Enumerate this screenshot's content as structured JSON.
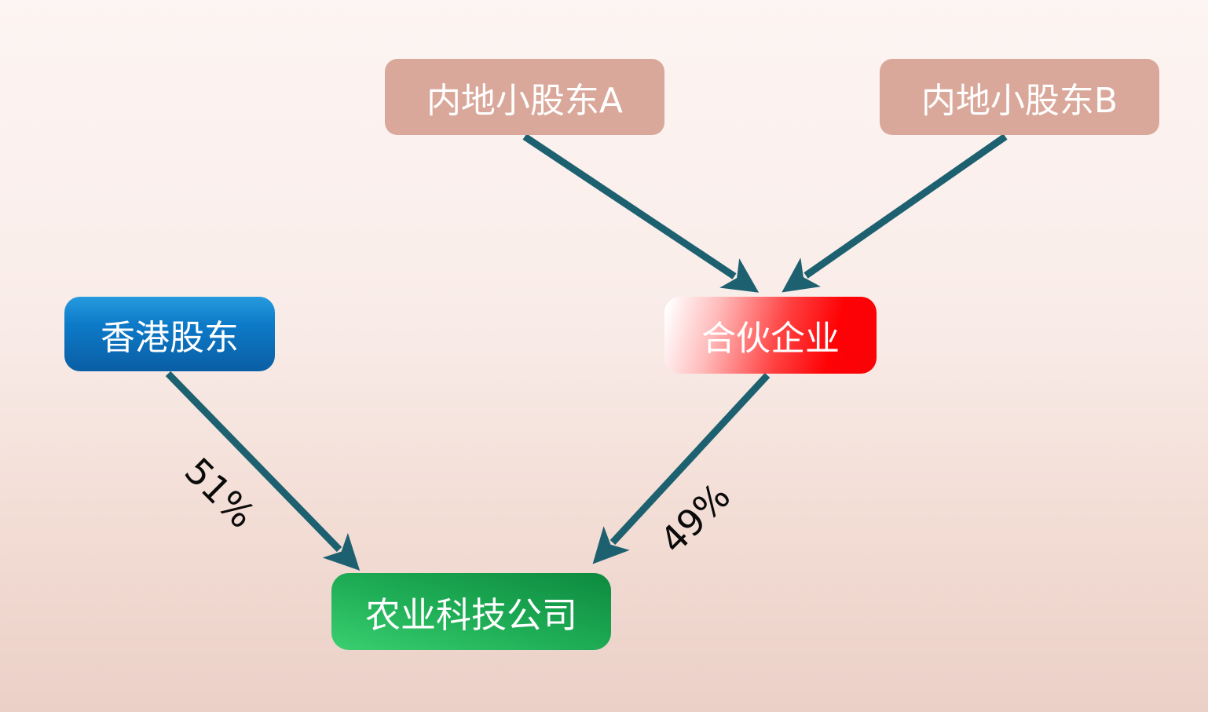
{
  "diagram": {
    "background_top_color": "#fdf5f3",
    "background_bottom_color": "#ebd0c7",
    "arrow_color": "#1d6170",
    "edge_label_color": "#0a0a0a",
    "nodes": [
      {
        "id": "mainland-minor-shareholder-a",
        "label": "内地小股东A",
        "fill": "#d9a89a",
        "text_color": "#ffffff"
      },
      {
        "id": "mainland-minor-shareholder-b",
        "label": "内地小股东B",
        "fill": "#d9a89a",
        "text_color": "#ffffff"
      },
      {
        "id": "hongkong-shareholder",
        "label": "香港股东",
        "fill": "#0d7ac8",
        "text_color": "#ffffff"
      },
      {
        "id": "partnership-enterprise",
        "label": "合伙企业",
        "fill": "#fe0205",
        "text_color": "#ffffff"
      },
      {
        "id": "agritech-company",
        "label": "农业科技公司",
        "fill": "#14a04a",
        "text_color": "#ffffff"
      }
    ],
    "edges": [
      {
        "from": "mainland-minor-shareholder-a",
        "to": "partnership-enterprise",
        "label": ""
      },
      {
        "from": "mainland-minor-shareholder-b",
        "to": "partnership-enterprise",
        "label": ""
      },
      {
        "from": "hongkong-shareholder",
        "to": "agritech-company",
        "label": "51%"
      },
      {
        "from": "partnership-enterprise",
        "to": "agritech-company",
        "label": "49%"
      }
    ]
  }
}
